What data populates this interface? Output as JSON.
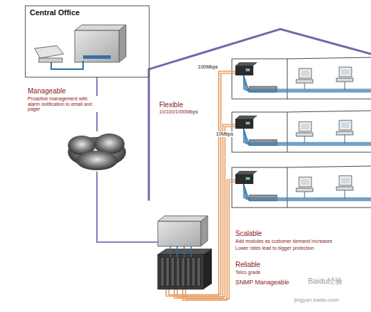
{
  "diagram": {
    "nodes": [
      {
        "text": [
          "Central Office"
        ]
      }
    ],
    "labels": [
      "Manageable",
      "Proactive management with alarm notification to email and pager",
      "Flexible",
      "10/100/1000Mbps",
      "100Mbps",
      "10Mbps",
      "Scalable",
      "Add modules as customer demand increases",
      "Lower rates lead to bigger protection",
      "Reliable",
      "Telco grade",
      "SNMP Manageable",
      "Baidu经验",
      "jingyan.baidu.com"
    ]
  }
}
